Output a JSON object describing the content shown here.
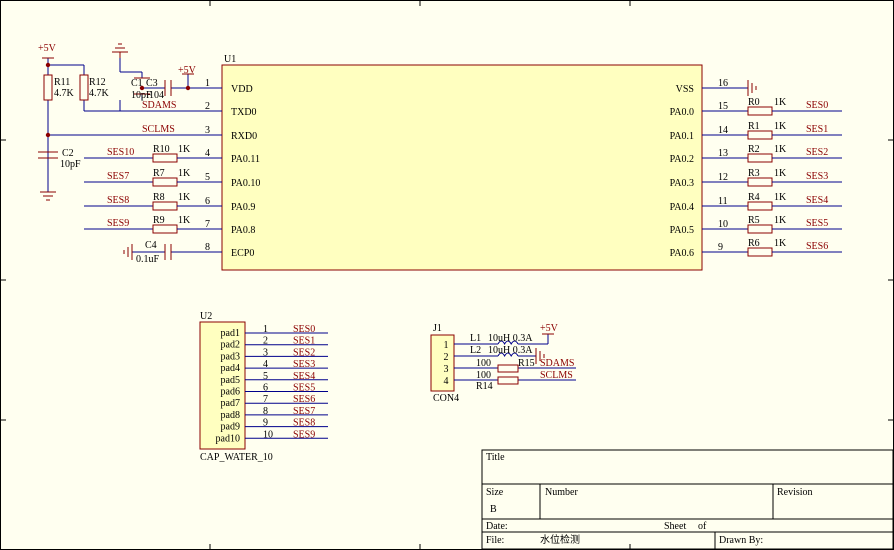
{
  "u1": {
    "ref": "U1",
    "left_pins": [
      {
        "num": "1",
        "name": "VDD"
      },
      {
        "num": "2",
        "name": "TXD0"
      },
      {
        "num": "3",
        "name": "RXD0"
      },
      {
        "num": "4",
        "name": "PA0.11"
      },
      {
        "num": "5",
        "name": "PA0.10"
      },
      {
        "num": "6",
        "name": "PA0.9"
      },
      {
        "num": "7",
        "name": "PA0.8"
      },
      {
        "num": "8",
        "name": "ECP0"
      }
    ],
    "right_pins": [
      {
        "num": "16",
        "name": "VSS"
      },
      {
        "num": "15",
        "name": "PA0.0"
      },
      {
        "num": "14",
        "name": "PA0.1"
      },
      {
        "num": "13",
        "name": "PA0.2"
      },
      {
        "num": "12",
        "name": "PA0.3"
      },
      {
        "num": "11",
        "name": "PA0.4"
      },
      {
        "num": "10",
        "name": "PA0.5"
      },
      {
        "num": "9",
        "name": "PA0.6"
      }
    ]
  },
  "left_parts": {
    "power1": "+5V",
    "power2": "+5V",
    "r11": "R11",
    "r11_val": "4.7K",
    "r12": "R12",
    "r12_val": "4.7K",
    "c1": "C1",
    "c1_val": "10pF",
    "c3": "C3",
    "c3_val": "104",
    "c2": "C2",
    "c2_val": "10pF",
    "c4": "C4",
    "c4_val": "0.1uF",
    "net_sdams": "SDAMS",
    "net_sclms": "SCLMS",
    "inputs": [
      {
        "net": "SES10",
        "r": "R10",
        "val": "1K"
      },
      {
        "net": "SES7",
        "r": "R7",
        "val": "1K"
      },
      {
        "net": "SES8",
        "r": "R8",
        "val": "1K"
      },
      {
        "net": "SES9",
        "r": "R9",
        "val": "1K"
      }
    ]
  },
  "right_parts": [
    {
      "r": "R0",
      "val": "1K",
      "net": "SES0"
    },
    {
      "r": "R1",
      "val": "1K",
      "net": "SES1"
    },
    {
      "r": "R2",
      "val": "1K",
      "net": "SES2"
    },
    {
      "r": "R3",
      "val": "1K",
      "net": "SES3"
    },
    {
      "r": "R4",
      "val": "1K",
      "net": "SES4"
    },
    {
      "r": "R5",
      "val": "1K",
      "net": "SES5"
    },
    {
      "r": "R6",
      "val": "1K",
      "net": "SES6"
    }
  ],
  "u2": {
    "ref": "U2",
    "name": "CAP_WATER_10",
    "pins": [
      {
        "pad": "pad1",
        "num": "1",
        "net": "SES0"
      },
      {
        "pad": "pad2",
        "num": "2",
        "net": "SES1"
      },
      {
        "pad": "pad3",
        "num": "3",
        "net": "SES2"
      },
      {
        "pad": "pad4",
        "num": "4",
        "net": "SES3"
      },
      {
        "pad": "pad5",
        "num": "5",
        "net": "SES4"
      },
      {
        "pad": "pad6",
        "num": "6",
        "net": "SES5"
      },
      {
        "pad": "pad7",
        "num": "7",
        "net": "SES6"
      },
      {
        "pad": "pad8",
        "num": "8",
        "net": "SES7"
      },
      {
        "pad": "pad9",
        "num": "9",
        "net": "SES8"
      },
      {
        "pad": "pad10",
        "num": "10",
        "net": "SES9"
      }
    ]
  },
  "j1": {
    "ref": "J1",
    "name": "CON4",
    "pins": [
      "1",
      "2",
      "3",
      "4"
    ],
    "l1": "L1",
    "l1_val": "10uH 0.3A",
    "l2": "L2",
    "l2_val": "10uH 0.3A",
    "r15": "R15",
    "r15_val": "100",
    "r14": "R14",
    "r14_val": "100",
    "power": "+5V",
    "net_sdams": "SDAMS",
    "net_sclms": "SCLMS"
  },
  "title_block": {
    "title_label": "Title",
    "size_label": "Size",
    "size_value": "B",
    "number_label": "Number",
    "revision_label": "Revision",
    "date_label": "Date:",
    "file_label": "File:",
    "file_value": "水位检测",
    "sheet_label": "Sheet",
    "of_label": "of",
    "drawn_by_label": "Drawn By:"
  },
  "colors": {
    "background": "#fffff0",
    "wire": "#00008b",
    "part_outline": "#8b0000",
    "ic_fill": "#ffffc0",
    "net_label": "#8b0000"
  }
}
